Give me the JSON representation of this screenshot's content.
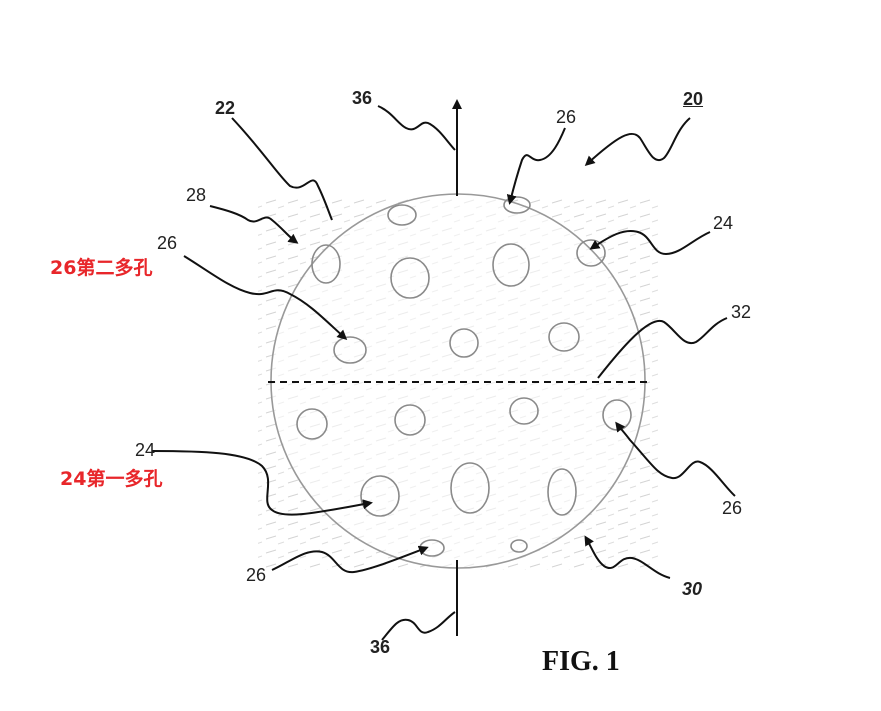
{
  "figure": {
    "caption": "FIG. 1",
    "ref_numbers": {
      "r20": "20",
      "r22": "22",
      "r36_top": "36",
      "r26_top": "26",
      "r28": "28",
      "r26_left": "26",
      "r24_right": "24",
      "r32": "32",
      "r24_left": "24",
      "r26_right": "26",
      "r26_bottom": "26",
      "r30": "30",
      "r36_bottom": "36"
    },
    "annotations": {
      "second_pore": "26第二多孔",
      "first_pore": "24第一多孔"
    }
  }
}
